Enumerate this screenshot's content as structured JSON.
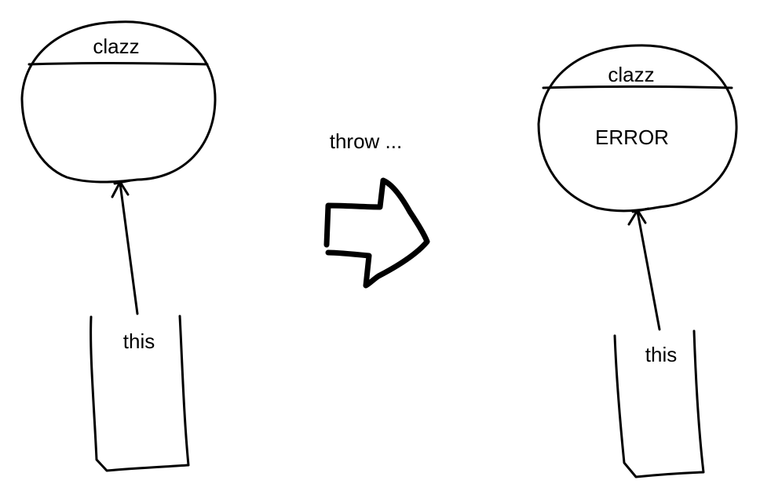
{
  "left_state": {
    "object_header": "clazz",
    "object_body": "",
    "reference_label": "this"
  },
  "transition": {
    "label": "throw ..."
  },
  "right_state": {
    "object_header": "clazz",
    "object_body": "ERROR",
    "reference_label": "this"
  },
  "colors": {
    "ink": "#000000",
    "background": "#ffffff"
  }
}
